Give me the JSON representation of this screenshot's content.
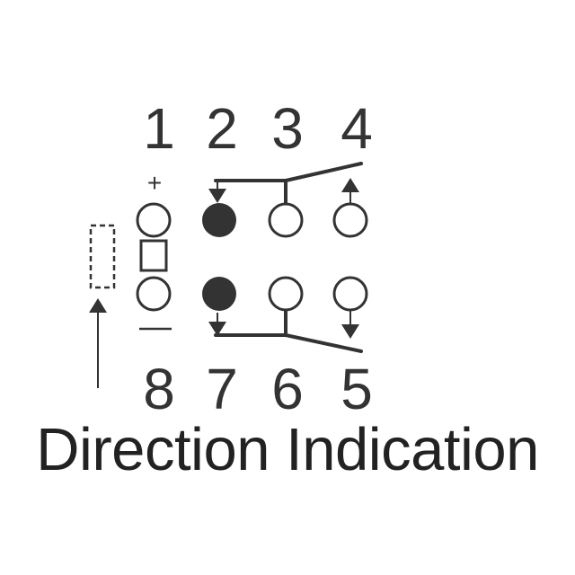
{
  "pins_top": [
    "1",
    "2",
    "3",
    "4"
  ],
  "pins_bottom": [
    "8",
    "7",
    "6",
    "5"
  ],
  "plus_sign": "+",
  "caption": "Direction Indication",
  "colors": {
    "ink": "#333333",
    "filled_pin": "#333333",
    "background": "#ffffff"
  }
}
